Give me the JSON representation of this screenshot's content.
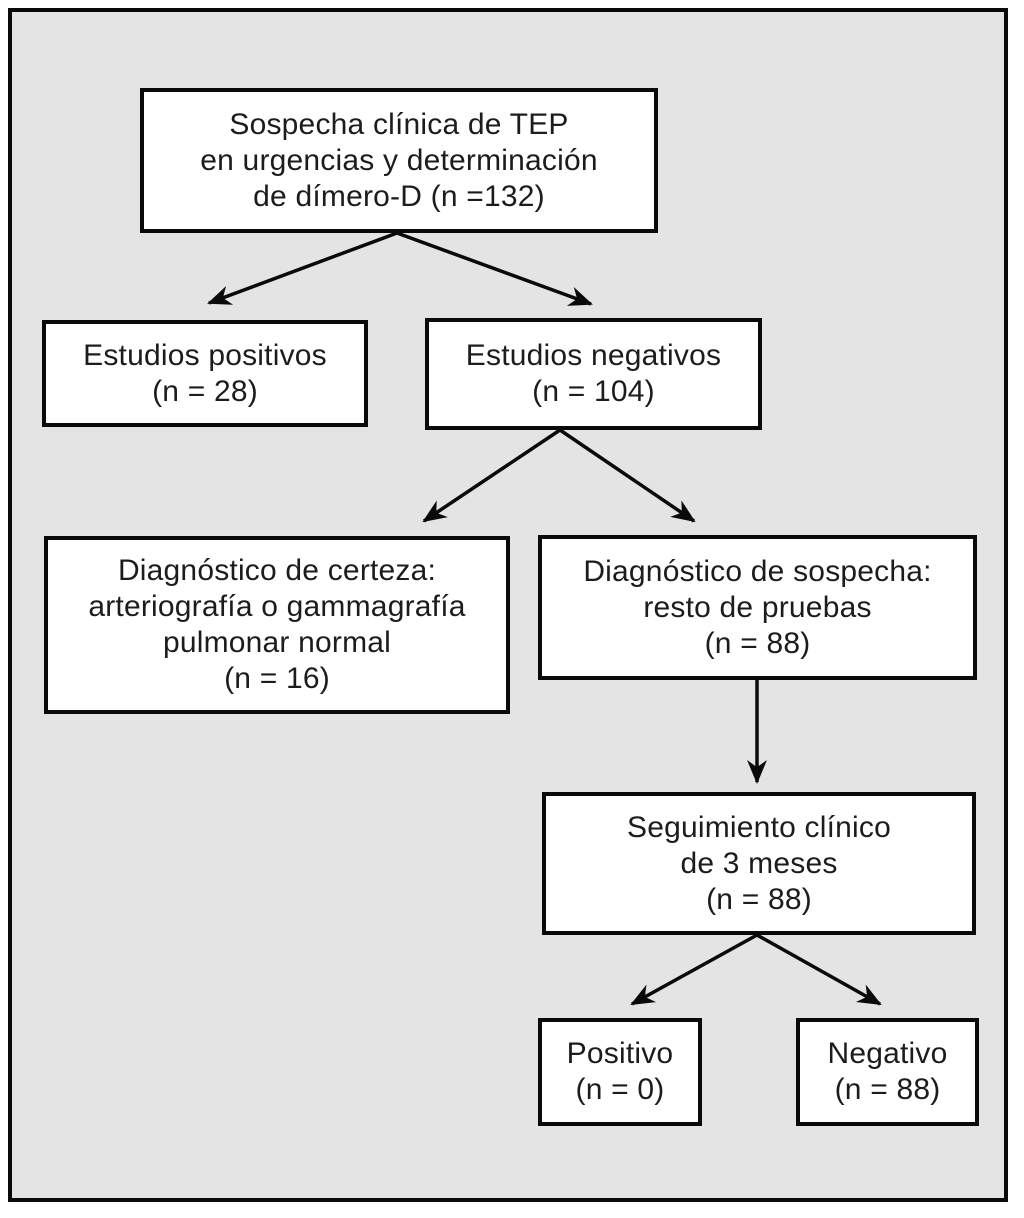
{
  "figure": {
    "type": "flowchart",
    "language": "es",
    "background_color": "#e4e4e4",
    "frame_color": "#0a0a0a",
    "box_fill": "#ffffff",
    "box_border_color": "#0a0a0a",
    "arrow_color": "#0a0a0a"
  },
  "nodes": {
    "root": {
      "lines": [
        "Sospecha clínica de TEP",
        "en urgencias y determinación",
        "de dímero-D (n =132)"
      ],
      "n": 132
    },
    "positivos": {
      "lines": [
        "Estudios positivos",
        "(n = 28)"
      ],
      "n": 28
    },
    "negativos": {
      "lines": [
        "Estudios negativos",
        "(n = 104)"
      ],
      "n": 104
    },
    "certeza": {
      "lines": [
        "Diagnóstico de certeza:",
        "arteriografía o gammagrafía",
        "pulmonar normal",
        "(n = 16)"
      ],
      "n": 16
    },
    "sospecha": {
      "lines": [
        "Diagnóstico de sospecha:",
        "resto de pruebas",
        "(n = 88)"
      ],
      "n": 88
    },
    "seguimiento": {
      "lines": [
        "Seguimiento clínico",
        "de 3 meses",
        "(n = 88)"
      ],
      "n": 88
    },
    "positivo": {
      "lines": [
        "Positivo",
        "(n = 0)"
      ],
      "n": 0
    },
    "negativo": {
      "lines": [
        "Negativo",
        "(n = 88)"
      ],
      "n": 88
    }
  },
  "edges": [
    {
      "from": "root",
      "to": "positivos"
    },
    {
      "from": "root",
      "to": "negativos"
    },
    {
      "from": "negativos",
      "to": "certeza"
    },
    {
      "from": "negativos",
      "to": "sospecha"
    },
    {
      "from": "sospecha",
      "to": "seguimiento"
    },
    {
      "from": "seguimiento",
      "to": "positivo"
    },
    {
      "from": "seguimiento",
      "to": "negativo"
    }
  ]
}
